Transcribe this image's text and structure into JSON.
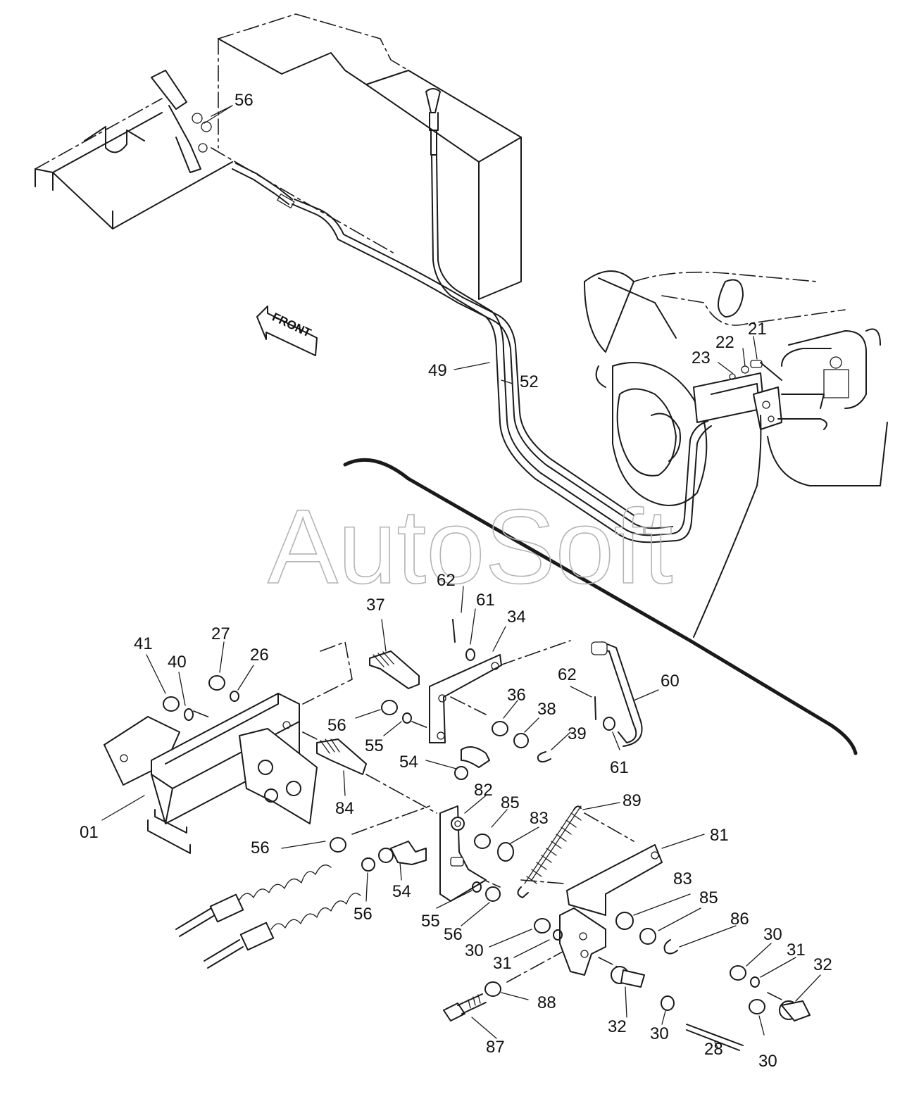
{
  "watermark": "AutoSoft",
  "direction_arrow": "FRONT",
  "callouts": [
    {
      "id": "c-56-top",
      "text": "56"
    },
    {
      "id": "c-21",
      "text": "21"
    },
    {
      "id": "c-22",
      "text": "22"
    },
    {
      "id": "c-23",
      "text": "23"
    },
    {
      "id": "c-49",
      "text": "49"
    },
    {
      "id": "c-52",
      "text": "52"
    },
    {
      "id": "c-62-a",
      "text": "62"
    },
    {
      "id": "c-61-a",
      "text": "61"
    },
    {
      "id": "c-37",
      "text": "37"
    },
    {
      "id": "c-34",
      "text": "34"
    },
    {
      "id": "c-27",
      "text": "27"
    },
    {
      "id": "c-26",
      "text": "26"
    },
    {
      "id": "c-41",
      "text": "41"
    },
    {
      "id": "c-40",
      "text": "40"
    },
    {
      "id": "c-62-b",
      "text": "62"
    },
    {
      "id": "c-60",
      "text": "60"
    },
    {
      "id": "c-36",
      "text": "36"
    },
    {
      "id": "c-38",
      "text": "38"
    },
    {
      "id": "c-56-a",
      "text": "56"
    },
    {
      "id": "c-55-a",
      "text": "55"
    },
    {
      "id": "c-39",
      "text": "39"
    },
    {
      "id": "c-54-a",
      "text": "54"
    },
    {
      "id": "c-61-b",
      "text": "61"
    },
    {
      "id": "c-82",
      "text": "82"
    },
    {
      "id": "c-85-a",
      "text": "85"
    },
    {
      "id": "c-89",
      "text": "89"
    },
    {
      "id": "c-84",
      "text": "84"
    },
    {
      "id": "c-83-a",
      "text": "83"
    },
    {
      "id": "c-01",
      "text": "01"
    },
    {
      "id": "c-81",
      "text": "81"
    },
    {
      "id": "c-56-b",
      "text": "56"
    },
    {
      "id": "c-83-b",
      "text": "83"
    },
    {
      "id": "c-54-b",
      "text": "54"
    },
    {
      "id": "c-85-b",
      "text": "85"
    },
    {
      "id": "c-56-c",
      "text": "56"
    },
    {
      "id": "c-55-b",
      "text": "55"
    },
    {
      "id": "c-86",
      "text": "86"
    },
    {
      "id": "c-56-d",
      "text": "56"
    },
    {
      "id": "c-30-a",
      "text": "30"
    },
    {
      "id": "c-30-b",
      "text": "30"
    },
    {
      "id": "c-31-a",
      "text": "31"
    },
    {
      "id": "c-31-b",
      "text": "31"
    },
    {
      "id": "c-32-a",
      "text": "32"
    },
    {
      "id": "c-88",
      "text": "88"
    },
    {
      "id": "c-32-b",
      "text": "32"
    },
    {
      "id": "c-30-c",
      "text": "30"
    },
    {
      "id": "c-28",
      "text": "28"
    },
    {
      "id": "c-30-d",
      "text": "30"
    },
    {
      "id": "c-87",
      "text": "87"
    }
  ]
}
